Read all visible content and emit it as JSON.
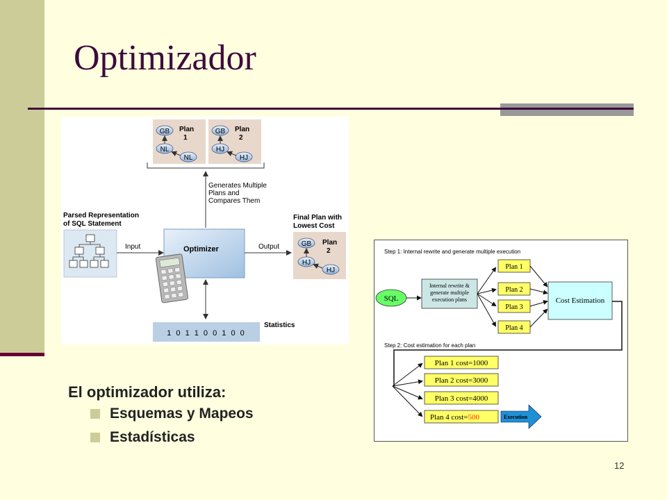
{
  "slide": {
    "title": "Optimizador",
    "heading": "El optimizador utiliza:",
    "bullets": [
      "Esquemas y Mapeos",
      "Estadísticas"
    ],
    "page_number": "12"
  },
  "figure1": {
    "plan1": {
      "gb": "GB",
      "nl1": "NL",
      "nl2": "NL",
      "label1": "Plan",
      "label2": "1"
    },
    "plan2": {
      "gb": "GB",
      "hj1": "HJ",
      "hj2": "HJ",
      "label1": "Plan",
      "label2": "2"
    },
    "generates": [
      "Generates Multiple",
      "Plans and",
      "Compares Them"
    ],
    "parsed": [
      "Parsed Representation",
      "of SQL Statement"
    ],
    "input": "Input",
    "optimizer": "Optimizer",
    "output": "Output",
    "final": [
      "Final Plan with",
      "Lowest Cost"
    ],
    "final_plan": {
      "gb": "GB",
      "hj1": "HJ",
      "hj2": "HJ",
      "label1": "Plan",
      "label2": "2"
    },
    "statistics_label": "Statistics",
    "statistics_bits": "1 0 1 1 0 0 1 0 0"
  },
  "figure2": {
    "step1": "Step 1: Internal rewrite and generate multiple execution",
    "sql": "SQL",
    "rewrite": [
      "Internal rewrite &",
      "generate multiple",
      "execution plans"
    ],
    "plans": [
      "Plan 1",
      "Plan 2",
      "Plan 3",
      "Plan 4"
    ],
    "cost_estimation": "Cost Estimation",
    "step2": "Step 2: Cost estimation for each plan",
    "costs": [
      "Plan 1 cost=1000",
      "Plan 2 cost=3000",
      "Plan 3 cost=4000"
    ],
    "plan4_prefix": "Plan 4 cost=",
    "plan4_value": "500",
    "execution": "Execution",
    "colors": {
      "plan_fill": "#ffff66",
      "sql_fill": "#66ff66",
      "cost_fill": "#ccffff",
      "rewrite_fill": "#cce6e6",
      "execution_fill": "#1e90d6",
      "highlight": "#ff3300"
    }
  }
}
